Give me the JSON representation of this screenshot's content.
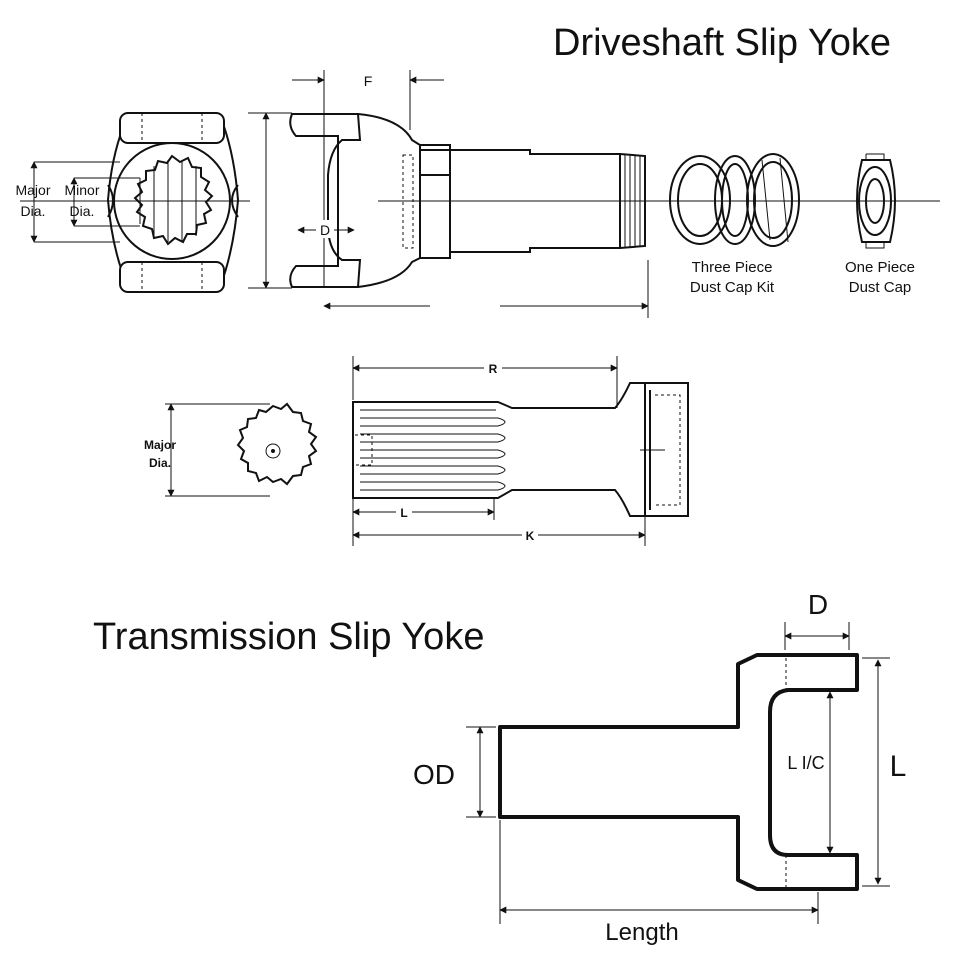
{
  "titles": {
    "driveshaft": "Driveshaft Slip Yoke",
    "transmission": "Transmission Slip Yoke"
  },
  "driveshaft": {
    "end_view": {
      "major_label": "Major",
      "major_sub": "Dia.",
      "minor_label": "Minor",
      "minor_sub": "Dia."
    },
    "dim_f": "F",
    "dim_d": "D",
    "dust_cap_three": {
      "line1": "Three Piece",
      "line2": "Dust Cap Kit"
    },
    "dust_cap_one": {
      "line1": "One Piece",
      "line2": "Dust Cap"
    }
  },
  "spline_shaft": {
    "major_label": "Major",
    "major_sub": "Dia.",
    "dim_r": "R",
    "dim_l": "L",
    "dim_k": "K"
  },
  "transmission": {
    "dim_d": "D",
    "dim_od": "OD",
    "dim_lic": "L I/C",
    "dim_l": "L",
    "dim_length": "Length"
  }
}
